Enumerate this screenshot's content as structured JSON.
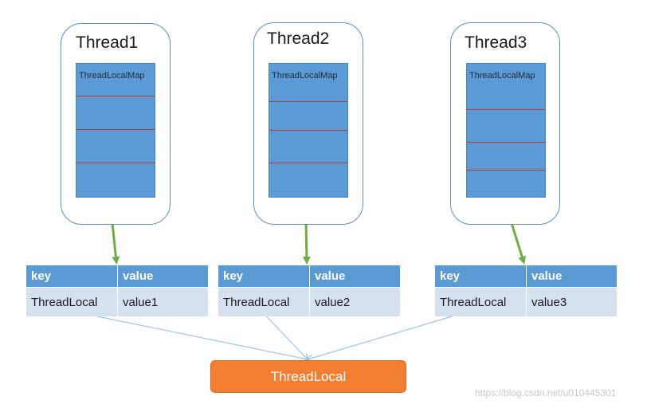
{
  "threads": [
    {
      "title": "Thread1",
      "map_label": "ThreadLocalMap",
      "key_header": "key",
      "value_header": "value",
      "key": "ThreadLocal",
      "value": "value1"
    },
    {
      "title": "Thread2",
      "map_label": "ThreadLocalMap",
      "key_header": "key",
      "value_header": "value",
      "key": "ThreadLocal",
      "value": "value2"
    },
    {
      "title": "Thread3",
      "map_label": "ThreadLocalMap",
      "key_header": "key",
      "value_header": "value",
      "key": "ThreadLocal",
      "value": "value3"
    }
  ],
  "threadlocal_node": {
    "label": "ThreadLocal"
  },
  "watermark": "https://blog.csdn.net/u010445301",
  "colors": {
    "map_fill": "#5b9bd5",
    "separator": "#c0392b",
    "arrow_green": "#70ad47",
    "node_orange": "#f47f33",
    "connector_blue": "#9dc3e6"
  }
}
